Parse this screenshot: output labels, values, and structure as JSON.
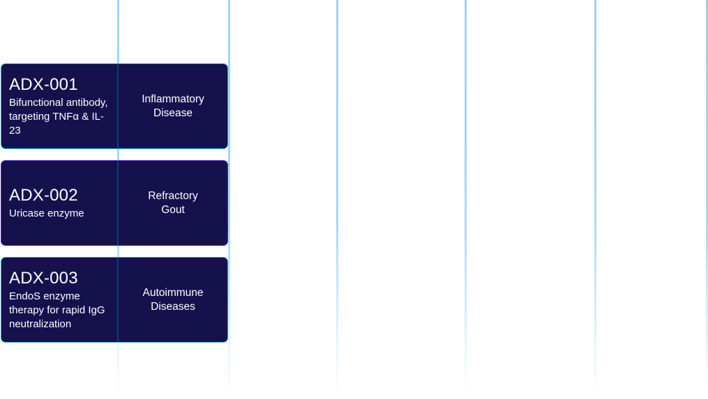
{
  "pipeline": {
    "items": [
      {
        "code": "ADX-001",
        "description": "Bifunctional antibody, targeting TNFα & IL-23",
        "indication": "Inflammatory Disease"
      },
      {
        "code": "ADX-002",
        "description": "Uricase enzyme",
        "indication": "Refractory Gout"
      },
      {
        "code": "ADX-003",
        "description": "EndoS enzyme therapy for rapid IgG neutralization",
        "indication": "Autoimmune Diseases"
      }
    ]
  },
  "colors": {
    "card_background": "#14114d",
    "card_border_teal": "#22a6c9",
    "card_border_purple": "#5a2bd0",
    "grid_line": "#9ed3f7",
    "text": "#ffffff"
  }
}
